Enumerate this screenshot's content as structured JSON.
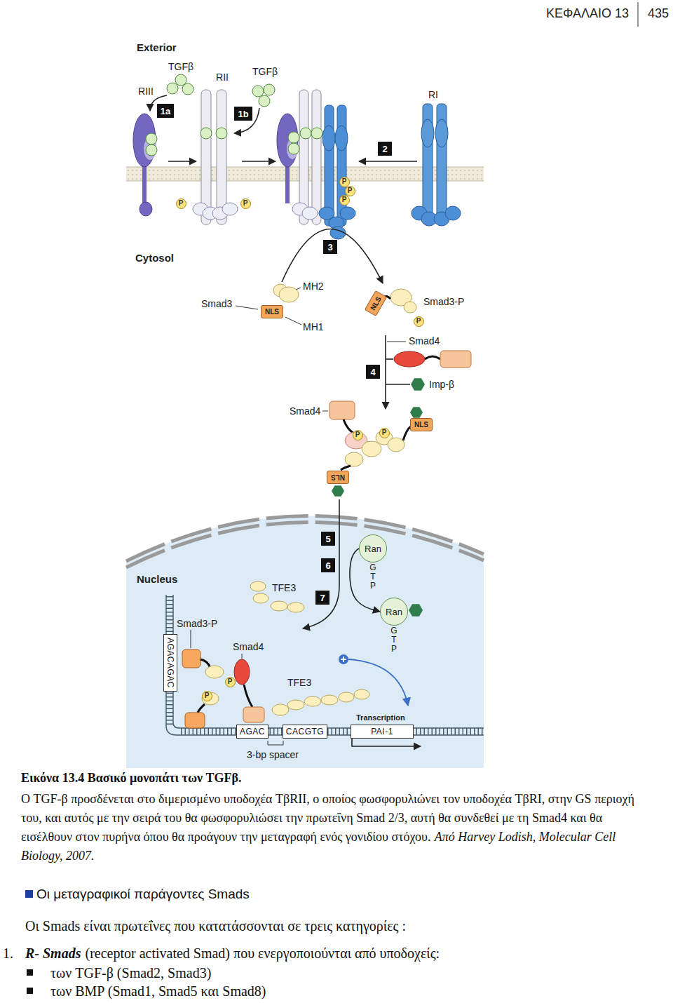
{
  "diagram": {
    "caption": "Εικόνα 13.4 Βασικό μονοπάτι των TGFβ.",
    "nodes": [
      {
        "text": [
          "1a"
        ]
      },
      {
        "text": [
          "1b"
        ]
      },
      {
        "text": [
          "2"
        ]
      },
      {
        "text": [
          "3"
        ]
      },
      {
        "text": [
          "4"
        ]
      },
      {
        "text": [
          "5"
        ]
      },
      {
        "text": [
          "6"
        ]
      },
      {
        "text": [
          "7"
        ]
      },
      {
        "text": [
          "P"
        ]
      },
      {
        "text": [
          "P"
        ]
      },
      {
        "text": [
          "P"
        ]
      },
      {
        "text": [
          "P"
        ]
      },
      {
        "text": [
          "P"
        ]
      },
      {
        "text": [
          "NLS"
        ]
      },
      {
        "text": [
          "NLS"
        ]
      },
      {
        "text": [
          "P"
        ]
      },
      {
        "text": [
          "P"
        ]
      },
      {
        "text": [
          "NLS"
        ]
      },
      {
        "text": [
          "P"
        ]
      },
      {
        "text": [
          "NLS"
        ]
      },
      {
        "text": [
          "Ran",
          "G T P"
        ]
      },
      {
        "text": [
          "Ran",
          "G T P"
        ]
      },
      {
        "text": [
          "P"
        ]
      },
      {
        "text": [
          "P"
        ]
      },
      {
        "text": [
          "AGACAGAC"
        ]
      },
      {
        "text": [
          "AGAC"
        ]
      },
      {
        "text": [
          "CACGTG"
        ]
      },
      {
        "text": [
          "PAI-1"
        ]
      }
    ],
    "edges": [
      {
        "from": 20,
        "to": 21,
        "arrow": "to"
      }
    ],
    "labels": [
      "ΚΕΦΑΛΑΙΟ 13",
      "435",
      "Exterior",
      "TGFβ",
      "RIII",
      "RII",
      "TGFβ",
      "RI",
      "Cytosol",
      "MH2",
      "Smad3",
      "MH1",
      "Smad3-P",
      "Smad4",
      "Imp-β",
      "Smad4",
      "Nucleus",
      "TFE3",
      "Smad3-P",
      "Smad4",
      "TFE3",
      "Transcription",
      "3-bp spacer",
      "Ο TGF-β προσδένεται στο διμερισμένο υποδοχέα TβRII, ο οποίος φωσφορυλιώνει τον υποδοχέα TβRI, στην GS περιοχή του, και αυτός με την σειρά του θα φωσφορυλιώσει την πρωτεΐνη Smad 2/3, αυτή θα συνδεθεί με τη Smad4 και θα εισέλθουν στον πυρήνα όπου θα προάγουν την μεταγραφή ενός γονιδίου στόχου.",
      "Από Harvey Lodish, Molecular Cell Biology, 2007.",
      "Οι μεταγραφικοί παράγοντες Smads",
      "Οι Smads είναι πρωτεΐνες που κατατάσσονται σε τρεις κατηγορίες :",
      "1.",
      "R- Smads",
      "(receptor activated Smad) που ενεργοποιούνται από υποδοχείς:",
      "των TGF-β (Smad2, Smad3)",
      "των BMP (Smad1, Smad5 και Smad8)"
    ]
  }
}
